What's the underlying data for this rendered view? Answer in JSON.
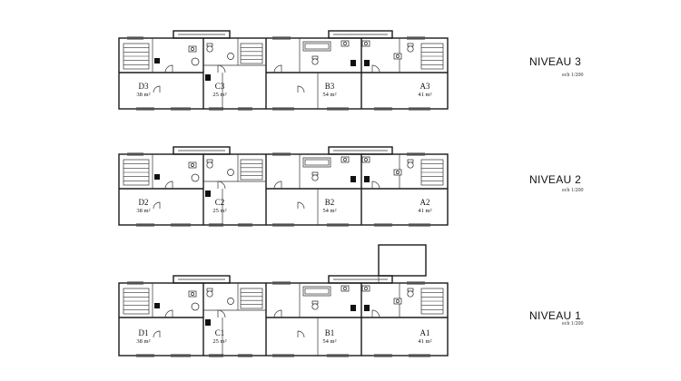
{
  "levels": [
    {
      "title": "NIVEAU 3",
      "scale": "ech 1/200",
      "units": [
        {
          "label": "D3",
          "area": "38 m²"
        },
        {
          "label": "C3",
          "area": "25 m²"
        },
        {
          "label": "B3",
          "area": "54 m²"
        },
        {
          "label": "A3",
          "area": "41 m²"
        }
      ]
    },
    {
      "title": "NIVEAU 2",
      "scale": "ech 1/200",
      "units": [
        {
          "label": "D2",
          "area": "38 m²"
        },
        {
          "label": "C2",
          "area": "25 m²"
        },
        {
          "label": "B2",
          "area": "54 m²"
        },
        {
          "label": "A2",
          "area": "41 m²"
        }
      ]
    },
    {
      "title": "NIVEAU 1",
      "scale": "ech 1/200",
      "units": [
        {
          "label": "D1",
          "area": "38 m²"
        },
        {
          "label": "C1",
          "area": "25 m²"
        },
        {
          "label": "B1",
          "area": "54 m²"
        },
        {
          "label": "A1",
          "area": "41 m²"
        }
      ]
    }
  ]
}
